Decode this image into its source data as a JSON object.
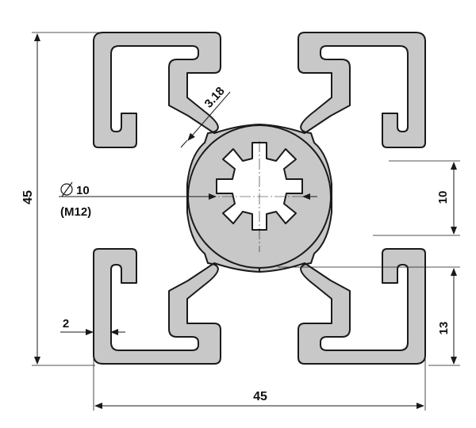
{
  "dimensions": {
    "width_label": "45",
    "height_label": "45",
    "slot_label": "10",
    "lower_label": "13",
    "wall_label": "2",
    "web_label": "3.18",
    "bore_label": "10",
    "thread_label": "(M12)"
  },
  "colors": {
    "profile_fill": "#c8c8c8",
    "line": "#1a1a1a"
  }
}
